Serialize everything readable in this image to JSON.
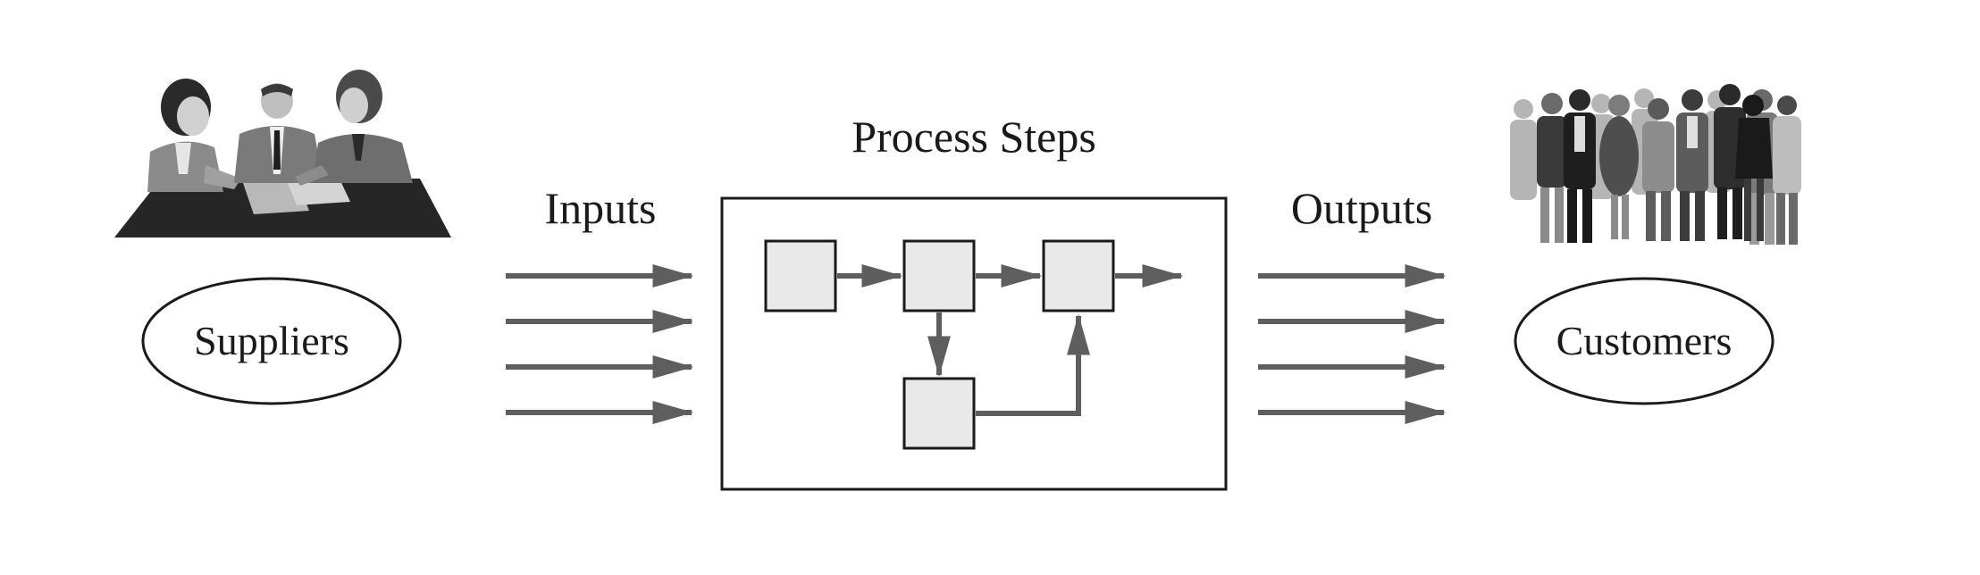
{
  "diagram": {
    "process_label": "Process Steps",
    "inputs_label": "Inputs",
    "outputs_label": "Outputs",
    "suppliers_label": "Suppliers",
    "customers_label": "Customers"
  },
  "icons": {
    "suppliers_picture": "people-meeting-icon",
    "customers_picture": "crowd-of-people-icon"
  },
  "colors": {
    "arrow": "#5e5e5e",
    "box_fill": "#e9e9e9",
    "stroke": "#1a1a1a"
  }
}
